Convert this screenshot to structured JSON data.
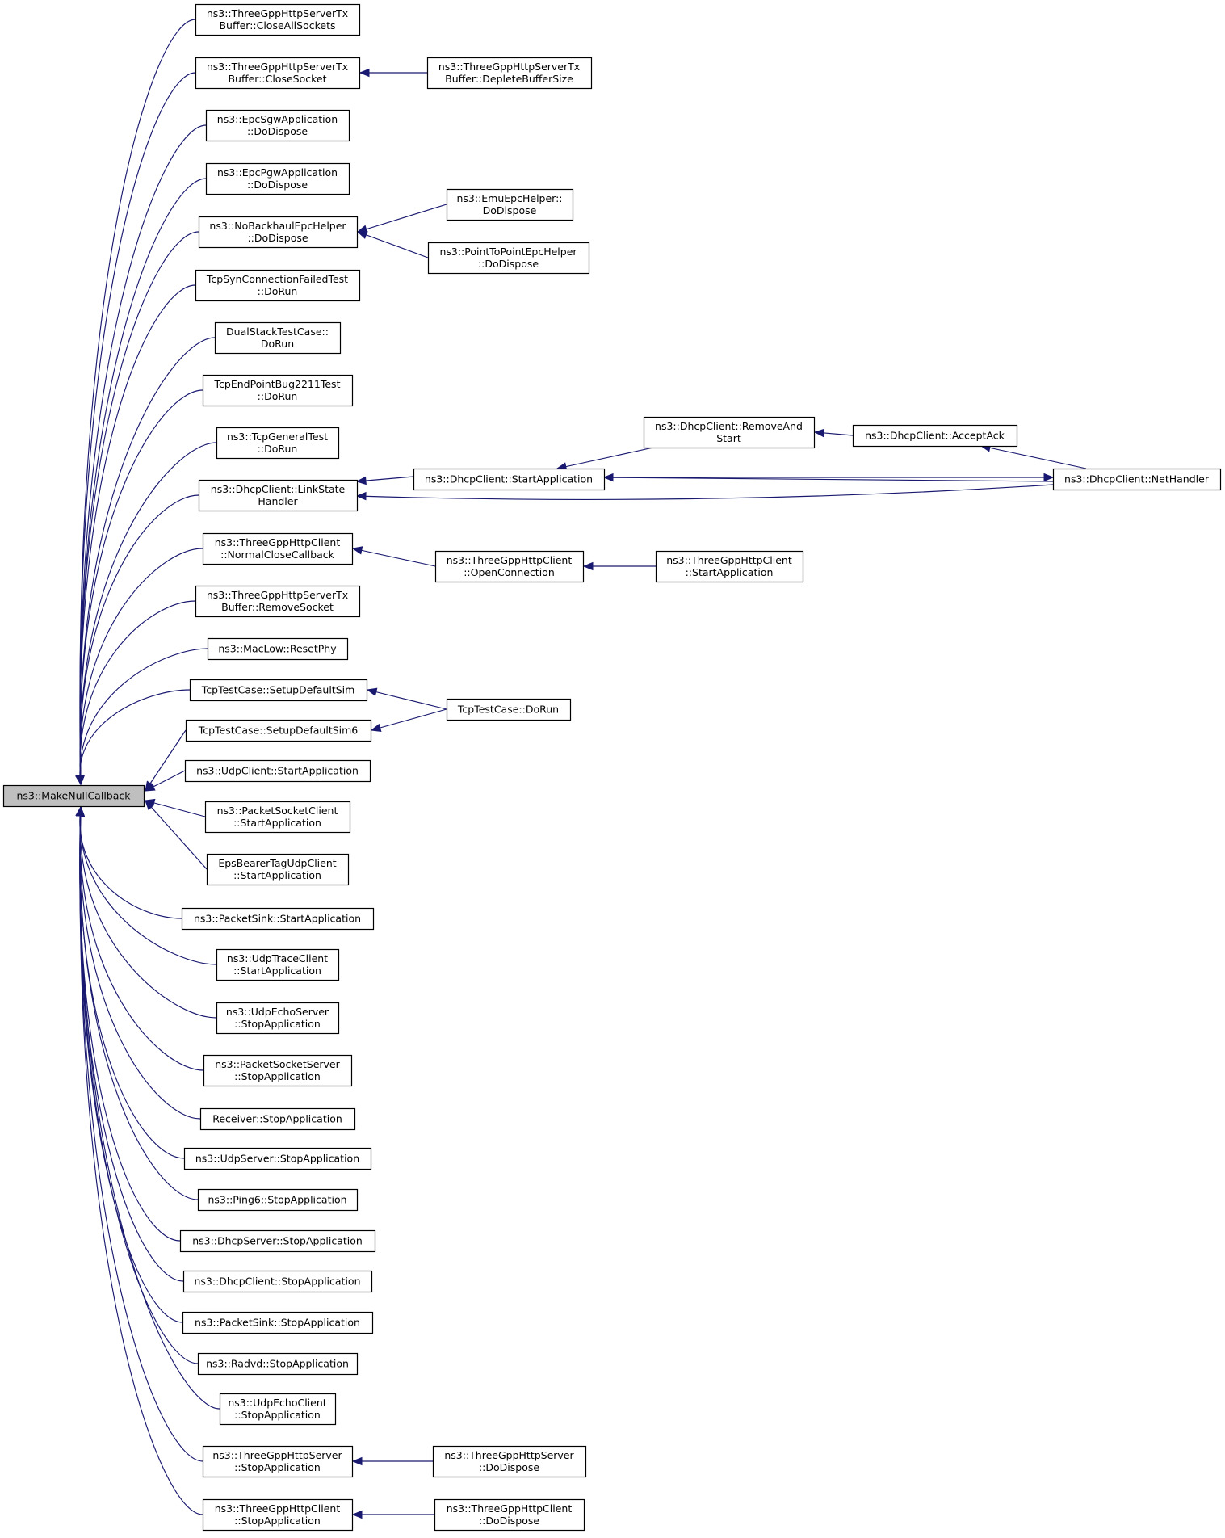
{
  "graph": {
    "root": {
      "id": "root",
      "lines": [
        "ns3::MakeNullCallback"
      ]
    },
    "nodes": [
      {
        "id": "n1",
        "lines": [
          "ns3::ThreeGppHttpServerTx",
          "Buffer::CloseAllSockets"
        ]
      },
      {
        "id": "n2",
        "lines": [
          "ns3::ThreeGppHttpServerTx",
          "Buffer::CloseSocket"
        ]
      },
      {
        "id": "n2a",
        "lines": [
          "ns3::ThreeGppHttpServerTx",
          "Buffer::DepleteBufferSize"
        ]
      },
      {
        "id": "n3",
        "lines": [
          "ns3::EpcSgwApplication",
          "::DoDispose"
        ]
      },
      {
        "id": "n4",
        "lines": [
          "ns3::EpcPgwApplication",
          "::DoDispose"
        ]
      },
      {
        "id": "n5",
        "lines": [
          "ns3::NoBackhaulEpcHelper",
          "::DoDispose"
        ]
      },
      {
        "id": "n5a",
        "lines": [
          "ns3::EmuEpcHelper::",
          "DoDispose"
        ]
      },
      {
        "id": "n5b",
        "lines": [
          "ns3::PointToPointEpcHelper",
          "::DoDispose"
        ]
      },
      {
        "id": "n6",
        "lines": [
          "TcpSynConnectionFailedTest",
          "::DoRun"
        ]
      },
      {
        "id": "n7",
        "lines": [
          "DualStackTestCase::",
          "DoRun"
        ]
      },
      {
        "id": "n8",
        "lines": [
          "TcpEndPointBug2211Test",
          "::DoRun"
        ]
      },
      {
        "id": "n9",
        "lines": [
          "ns3::TcpGeneralTest",
          "::DoRun"
        ]
      },
      {
        "id": "n10",
        "lines": [
          "ns3::DhcpClient::LinkState",
          "Handler"
        ]
      },
      {
        "id": "n10a",
        "lines": [
          "ns3::DhcpClient::StartApplication"
        ]
      },
      {
        "id": "n10b",
        "lines": [
          "ns3::DhcpClient::RemoveAnd",
          "Start"
        ]
      },
      {
        "id": "n10c",
        "lines": [
          "ns3::DhcpClient::AcceptAck"
        ]
      },
      {
        "id": "n10d",
        "lines": [
          "ns3::DhcpClient::NetHandler"
        ]
      },
      {
        "id": "n11",
        "lines": [
          "ns3::ThreeGppHttpClient",
          "::NormalCloseCallback"
        ]
      },
      {
        "id": "n11a",
        "lines": [
          "ns3::ThreeGppHttpClient",
          "::OpenConnection"
        ]
      },
      {
        "id": "n11b",
        "lines": [
          "ns3::ThreeGppHttpClient",
          "::StartApplication"
        ]
      },
      {
        "id": "n12",
        "lines": [
          "ns3::ThreeGppHttpServerTx",
          "Buffer::RemoveSocket"
        ]
      },
      {
        "id": "n13",
        "lines": [
          "ns3::MacLow::ResetPhy"
        ]
      },
      {
        "id": "n14",
        "lines": [
          "TcpTestCase::SetupDefaultSim"
        ]
      },
      {
        "id": "n15",
        "lines": [
          "TcpTestCase::SetupDefaultSim6"
        ]
      },
      {
        "id": "n14a",
        "lines": [
          "TcpTestCase::DoRun"
        ]
      },
      {
        "id": "n16",
        "lines": [
          "ns3::UdpClient::StartApplication"
        ]
      },
      {
        "id": "n17",
        "lines": [
          "ns3::PacketSocketClient",
          "::StartApplication"
        ]
      },
      {
        "id": "n18",
        "lines": [
          "EpsBearerTagUdpClient",
          "::StartApplication"
        ]
      },
      {
        "id": "n19",
        "lines": [
          "ns3::PacketSink::StartApplication"
        ]
      },
      {
        "id": "n20",
        "lines": [
          "ns3::UdpTraceClient",
          "::StartApplication"
        ]
      },
      {
        "id": "n21",
        "lines": [
          "ns3::UdpEchoServer",
          "::StopApplication"
        ]
      },
      {
        "id": "n22",
        "lines": [
          "ns3::PacketSocketServer",
          "::StopApplication"
        ]
      },
      {
        "id": "n23",
        "lines": [
          "Receiver::StopApplication"
        ]
      },
      {
        "id": "n24",
        "lines": [
          "ns3::UdpServer::StopApplication"
        ]
      },
      {
        "id": "n25",
        "lines": [
          "ns3::Ping6::StopApplication"
        ]
      },
      {
        "id": "n26",
        "lines": [
          "ns3::DhcpServer::StopApplication"
        ]
      },
      {
        "id": "n27",
        "lines": [
          "ns3::DhcpClient::StopApplication"
        ]
      },
      {
        "id": "n28",
        "lines": [
          "ns3::PacketSink::StopApplication"
        ]
      },
      {
        "id": "n29",
        "lines": [
          "ns3::Radvd::StopApplication"
        ]
      },
      {
        "id": "n30",
        "lines": [
          "ns3::UdpEchoClient",
          "::StopApplication"
        ]
      },
      {
        "id": "n31",
        "lines": [
          "ns3::ThreeGppHttpServer",
          "::StopApplication"
        ]
      },
      {
        "id": "n31a",
        "lines": [
          "ns3::ThreeGppHttpServer",
          "::DoDispose"
        ]
      },
      {
        "id": "n32",
        "lines": [
          "ns3::ThreeGppHttpClient",
          "::StopApplication"
        ]
      },
      {
        "id": "n32a",
        "lines": [
          "ns3::ThreeGppHttpClient",
          "::DoDispose"
        ]
      }
    ],
    "edges": [
      {
        "from": "n1",
        "to": "root"
      },
      {
        "from": "n2",
        "to": "root"
      },
      {
        "from": "n3",
        "to": "root"
      },
      {
        "from": "n4",
        "to": "root"
      },
      {
        "from": "n5",
        "to": "root"
      },
      {
        "from": "n6",
        "to": "root"
      },
      {
        "from": "n7",
        "to": "root"
      },
      {
        "from": "n8",
        "to": "root"
      },
      {
        "from": "n9",
        "to": "root"
      },
      {
        "from": "n10",
        "to": "root"
      },
      {
        "from": "n11",
        "to": "root"
      },
      {
        "from": "n12",
        "to": "root"
      },
      {
        "from": "n13",
        "to": "root"
      },
      {
        "from": "n14",
        "to": "root"
      },
      {
        "from": "n15",
        "to": "root"
      },
      {
        "from": "n16",
        "to": "root"
      },
      {
        "from": "n17",
        "to": "root"
      },
      {
        "from": "n18",
        "to": "root"
      },
      {
        "from": "n19",
        "to": "root"
      },
      {
        "from": "n20",
        "to": "root"
      },
      {
        "from": "n21",
        "to": "root"
      },
      {
        "from": "n22",
        "to": "root"
      },
      {
        "from": "n23",
        "to": "root"
      },
      {
        "from": "n24",
        "to": "root"
      },
      {
        "from": "n25",
        "to": "root"
      },
      {
        "from": "n26",
        "to": "root"
      },
      {
        "from": "n27",
        "to": "root"
      },
      {
        "from": "n28",
        "to": "root"
      },
      {
        "from": "n29",
        "to": "root"
      },
      {
        "from": "n30",
        "to": "root"
      },
      {
        "from": "n31",
        "to": "root"
      },
      {
        "from": "n32",
        "to": "root"
      },
      {
        "from": "n2a",
        "to": "n2"
      },
      {
        "from": "n5a",
        "to": "n5"
      },
      {
        "from": "n5b",
        "to": "n5"
      },
      {
        "from": "n10a",
        "to": "n10"
      },
      {
        "from": "n10d",
        "to": "n10"
      },
      {
        "from": "n10b",
        "to": "n10a"
      },
      {
        "from": "n10d",
        "to": "n10a"
      },
      {
        "from": "n10a",
        "to": "n10d"
      },
      {
        "from": "n10c",
        "to": "n10b"
      },
      {
        "from": "n10d",
        "to": "n10c"
      },
      {
        "from": "n11a",
        "to": "n11"
      },
      {
        "from": "n11b",
        "to": "n11a"
      },
      {
        "from": "n14a",
        "to": "n14"
      },
      {
        "from": "n14a",
        "to": "n15"
      },
      {
        "from": "n31a",
        "to": "n31"
      },
      {
        "from": "n32a",
        "to": "n32"
      }
    ]
  },
  "colors": {
    "edge": "#191970",
    "root_fill": "#bfbfbf",
    "node_fill": "#ffffff",
    "border": "#000000"
  }
}
